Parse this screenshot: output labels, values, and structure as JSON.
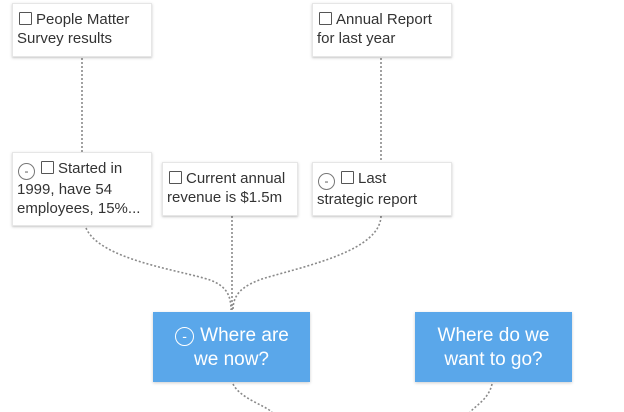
{
  "nodes": {
    "people_matter": {
      "text_line1": "People Matter",
      "text_line2": "Survey results"
    },
    "annual_report": {
      "text_line1": "Annual Report",
      "text_line2": "for last year"
    },
    "started_1999": {
      "collapse_symbol": "-",
      "text_line1": "Started in",
      "text_line2": "1999, have 54",
      "text_line3": "employees, 15%..."
    },
    "revenue": {
      "text_line1": "Current annual",
      "text_line2": "revenue is $1.5m"
    },
    "strategic_report": {
      "collapse_symbol": "-",
      "text_line1": "Last",
      "text_line2": "strategic report"
    }
  },
  "goals": {
    "where_now": {
      "collapse_symbol": "-",
      "line1": "Where are",
      "line2": "we now?"
    },
    "where_go": {
      "line1": "Where do we",
      "line2": "want to go?"
    }
  },
  "colors": {
    "goal_bg": "#5aa7ea",
    "connector": "#8a8a8a"
  },
  "icons": [
    "checkbox-icon",
    "collapse-icon"
  ]
}
